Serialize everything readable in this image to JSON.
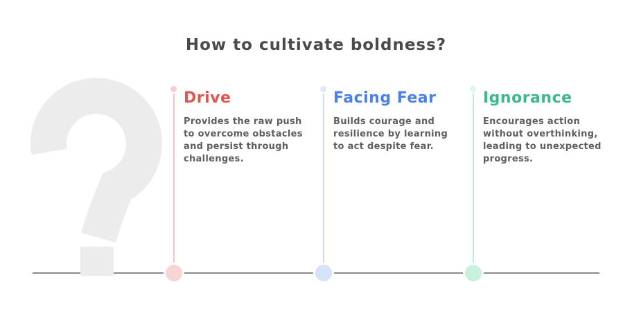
{
  "title": "How to cultivate boldness?",
  "colors": {
    "title_text": "#4a4a4a",
    "body_text": "#5e5e5e",
    "question_mark": "#ececec",
    "baseline": "#8c8c8c"
  },
  "columns": [
    {
      "id": "drive",
      "heading": "Drive",
      "heading_color": "#e15553",
      "line_color": "#f4c2c2",
      "top_dot_color": "#f8cdcd",
      "bottom_dot_color": "#f9d4d4",
      "body_lines": [
        "Provides the raw push",
        "to overcome obstacles",
        "and persist through",
        "challenges."
      ]
    },
    {
      "id": "facing-fear",
      "heading": "Facing Fear",
      "heading_color": "#4c80e8",
      "line_color": "#c8daf7",
      "top_dot_color": "#dde8fb",
      "bottom_dot_color": "#d6e2f9",
      "body_lines": [
        "Builds courage and",
        "resilience by learning",
        "to act despite fear."
      ]
    },
    {
      "id": "ignorance",
      "heading": "Ignorance",
      "heading_color": "#3cb98c",
      "line_color": "#bcead4",
      "top_dot_color": "#def7ec",
      "bottom_dot_color": "#c9f1df",
      "body_lines": [
        "Encourages action",
        "without overthinking,",
        "leading to unexpected",
        "progress."
      ]
    }
  ]
}
